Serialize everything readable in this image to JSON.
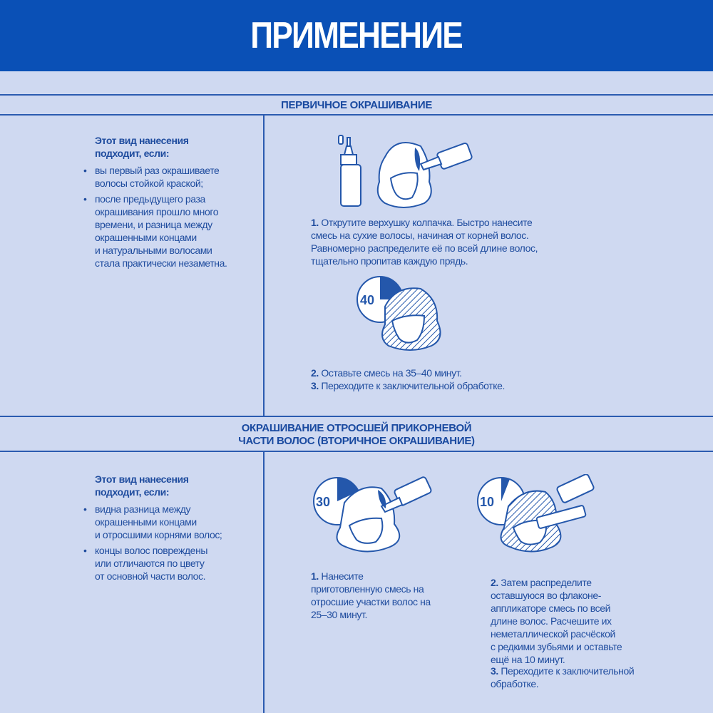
{
  "title": "ПРИМЕНЕНИЕ",
  "section1": {
    "title": "ПЕРВИЧНОЕ ОКРАШИВАНИЕ",
    "cond_title": "Этот вид нанесения\nподходит, если:",
    "conditions": [
      "вы первый раз окрашиваете\nволосы стойкой краской;",
      "после предыдущего раза\nокрашивания прошло много\nвремени, и разница между\nокрашенными концами\nи натуральными волосами\nстала практически незаметна."
    ],
    "step1_num": "1.",
    "step1": "Открутите верхушку колпачка. Быстро нанесите\nсмесь на сухие волосы, начиная от корней волос.\nРавномерно распределите её по всей длине волос,\nтщательно пропитав каждую прядь.",
    "timer": "40",
    "step2_num": "2.",
    "step2": "Оставьте смесь на 35–40 минут.",
    "step3_num": "3.",
    "step3": "Переходите к заключительной обработке."
  },
  "section2": {
    "title": "ОКРАШИВАНИЕ ОТРОСШЕЙ ПРИКОРНЕВОЙ\nЧАСТИ ВОЛОС (ВТОРИЧНОЕ ОКРАШИВАНИЕ)",
    "cond_title": "Этот вид нанесения\nподходит, если:",
    "conditions": [
      "видна разница между\nокрашенными концами\nи отросшими корнями волос;",
      "концы волос повреждены\nили отличаются по цвету\nот основной части волос."
    ],
    "timer1": "30",
    "timer2": "10",
    "step1_num": "1.",
    "step1": "Нанесите\nприготовленную смесь на\nотросшие участки волос на\n25–30 минут.",
    "step2_num": "2.",
    "step2": "Затем распределите\nоставшуюся во флаконе-\nаппликаторе смесь по всей\nдлине волос. Расчешите их\nнеметаллической расчёской\nс редкими зубьями и оставьте\nещё на 10 минут.",
    "step3_num": "3.",
    "step3": "Переходите к заключительной\nобработке."
  }
}
